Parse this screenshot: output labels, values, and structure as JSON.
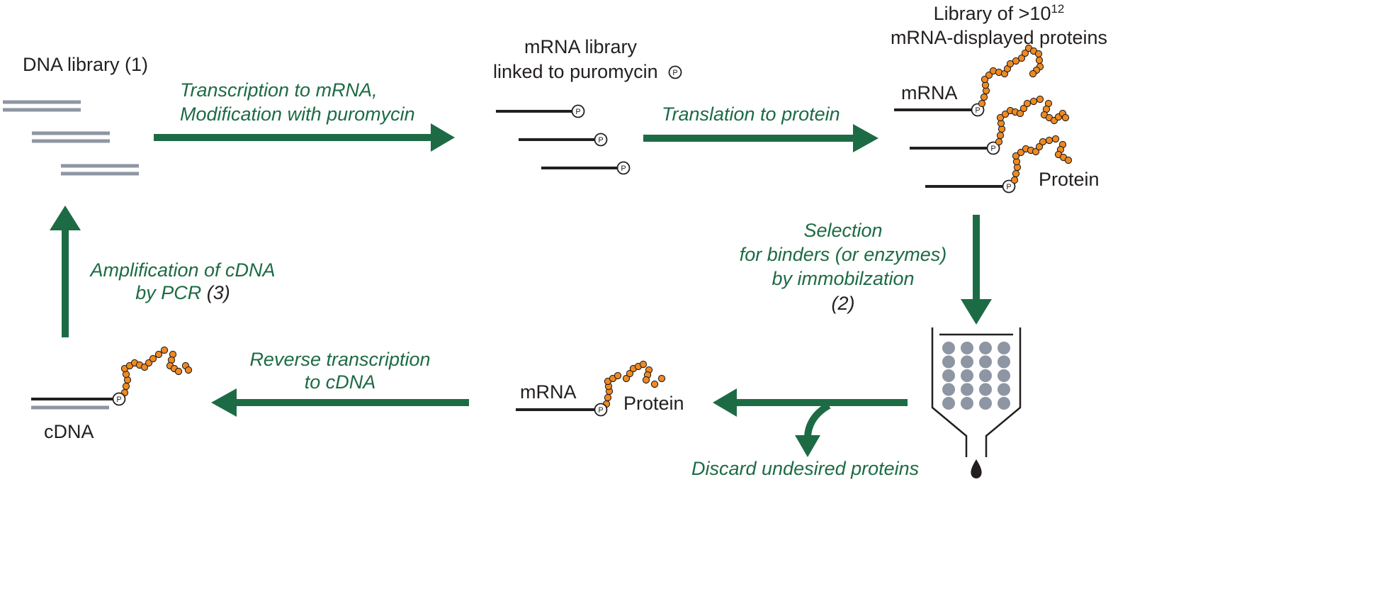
{
  "labels": {
    "dna_library": "DNA library (1)",
    "mrna_library_line1": "mRNA library",
    "mrna_library_line2": "linked to puromycin",
    "display_lib_line1_pre": "Library of >10",
    "display_lib_line1_sup": "12",
    "display_lib_line2": "mRNA-displayed proteins",
    "mrna": "mRNA",
    "protein": "Protein",
    "cdna": "cDNA",
    "puromycin_mark": "P"
  },
  "steps": {
    "transcription_line1": "Transcription to mRNA,",
    "transcription_line2": "Modification with puromycin",
    "translation": "Translation to protein",
    "selection_line1": "Selection",
    "selection_line2": "for binders (or enzymes)",
    "selection_line3": "by immobilzation",
    "selection_num": "(2)",
    "reverse_line1": "Reverse transcription",
    "reverse_line2": "to cDNA",
    "amplification_line1": "Amplification of cDNA",
    "amplification_line2_pre": "by PCR ",
    "amplification_num": "(3)",
    "discard": "Discard undesired proteins"
  },
  "colors": {
    "arrow": "#1d6b45",
    "step_text": "#1d6b45",
    "dna_strand": "#8e95a3",
    "mrna_strand": "#231f20",
    "amino_acid": "#ef8a22",
    "bead": "#8e95a3"
  }
}
